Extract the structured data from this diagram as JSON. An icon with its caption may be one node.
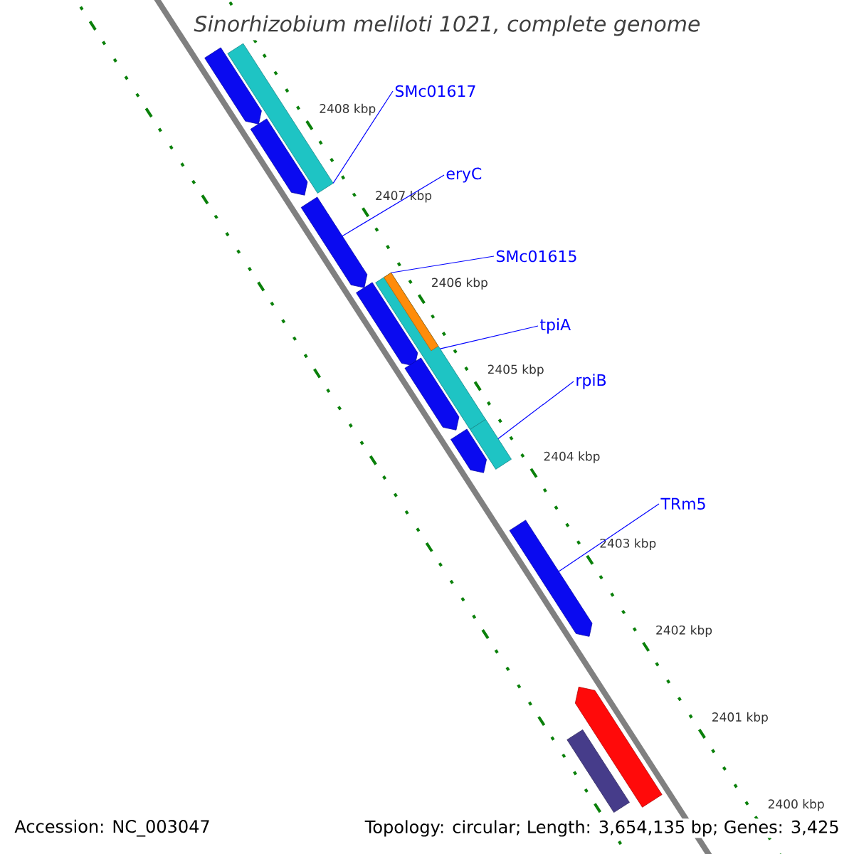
{
  "diagram": {
    "title": "Sinorhizobium meliloti 1021, complete genome",
    "nodes": [
      {
        "text": [
          "SMc01617"
        ]
      },
      {
        "text": [
          "eryC"
        ]
      },
      {
        "text": [
          "SMc01615"
        ]
      },
      {
        "text": [
          "tpiA"
        ]
      },
      {
        "text": [
          "rpiB"
        ]
      },
      {
        "text": [
          "TRm5"
        ]
      },
      {
        "text": [],
        "shape": "bar"
      },
      {
        "text": [],
        "shape": "arrow"
      },
      {
        "text": [],
        "shape": "arrow"
      },
      {
        "text": [],
        "shape": "arrow"
      },
      {
        "text": [],
        "shape": "arrow"
      },
      {
        "text": [],
        "shape": "bar",
        "in": 12
      },
      {
        "text": [],
        "shape": "bar"
      },
      {
        "text": [],
        "shape": "arrow"
      },
      {
        "text": [],
        "shape": "arrow"
      },
      {
        "text": [],
        "shape": "bar"
      },
      {
        "text": [],
        "shape": "arrow"
      },
      {
        "text": [],
        "shape": "arrow"
      },
      {
        "text": [],
        "shape": "bar"
      }
    ],
    "edges": [
      {
        "from": 0,
        "to": 6,
        "arrow": "none"
      },
      {
        "from": 1,
        "to": 9,
        "arrow": "none"
      },
      {
        "from": 2,
        "to": 11,
        "arrow": "none"
      },
      {
        "from": 3,
        "to": 12,
        "arrow": "none"
      },
      {
        "from": 4,
        "to": 15,
        "arrow": "none"
      },
      {
        "from": 5,
        "to": 16,
        "arrow": "none"
      }
    ],
    "labels": [
      "2408 kbp",
      "2407 kbp",
      "2406 kbp",
      "2405 kbp",
      "2404 kbp",
      "2403 kbp",
      "2402 kbp",
      "2401 kbp",
      "2400 kbp",
      "Accession: NC_003047",
      "Topology: circular; Length: 3,654,135 bp; Genes: 3,425"
    ]
  }
}
